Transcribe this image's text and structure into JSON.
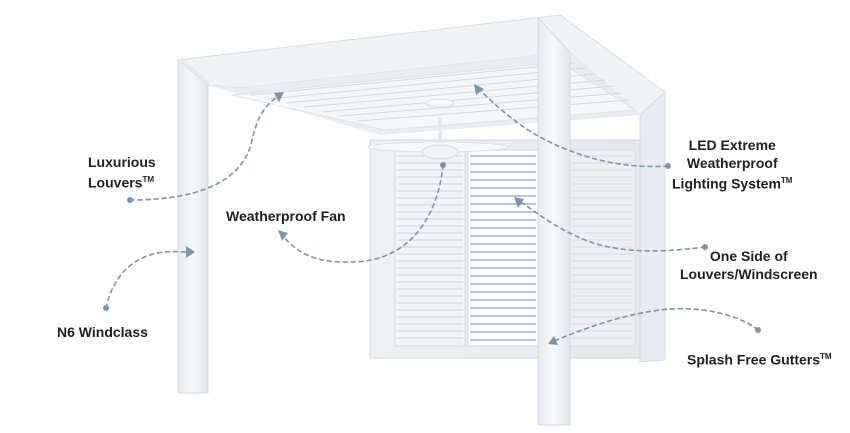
{
  "callouts": {
    "louvers": {
      "line1": "Luxurious",
      "line2": "Louvers",
      "tm": "TM"
    },
    "fan": {
      "text": "Weatherproof Fan"
    },
    "windclass": {
      "text": "N6 Windclass"
    },
    "led": {
      "line1": "LED Extreme",
      "line2": "Weatherproof",
      "line3": "Lighting System",
      "tm": "TM"
    },
    "side": {
      "line1": "One Side of",
      "line2": "Louvers/Windscreen"
    },
    "gutters": {
      "text": "Splash Free Gutters",
      "tm": "TM"
    }
  },
  "colors": {
    "accent": "#7d93a6",
    "structure": "#f3f5f8",
    "structure_shadow": "#dde2e8",
    "text": "#1f1f1f"
  }
}
